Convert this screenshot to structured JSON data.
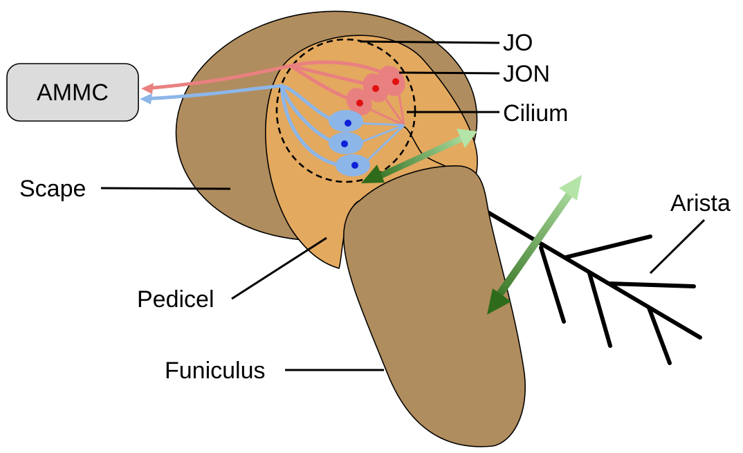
{
  "labels": {
    "jo": "JO",
    "jon": "JON",
    "cilium": "Cilium",
    "arista": "Arista",
    "scape": "Scape",
    "pedicel": "Pedicel",
    "funiculus": "Funiculus",
    "ammc": "AMMC"
  },
  "colors": {
    "scape_fill": "#b08d5e",
    "pedicel_fill": "#e3a95f",
    "neuron_red": "#e98080",
    "neuron_red_nucleus": "#e01010",
    "neuron_blue": "#8cb6e8",
    "neuron_blue_nucleus": "#1020d8",
    "arrow_dark": "#2e6b1a",
    "arrow_light": "#b4e4a8",
    "ammc_fill": "#dcdcdc"
  }
}
